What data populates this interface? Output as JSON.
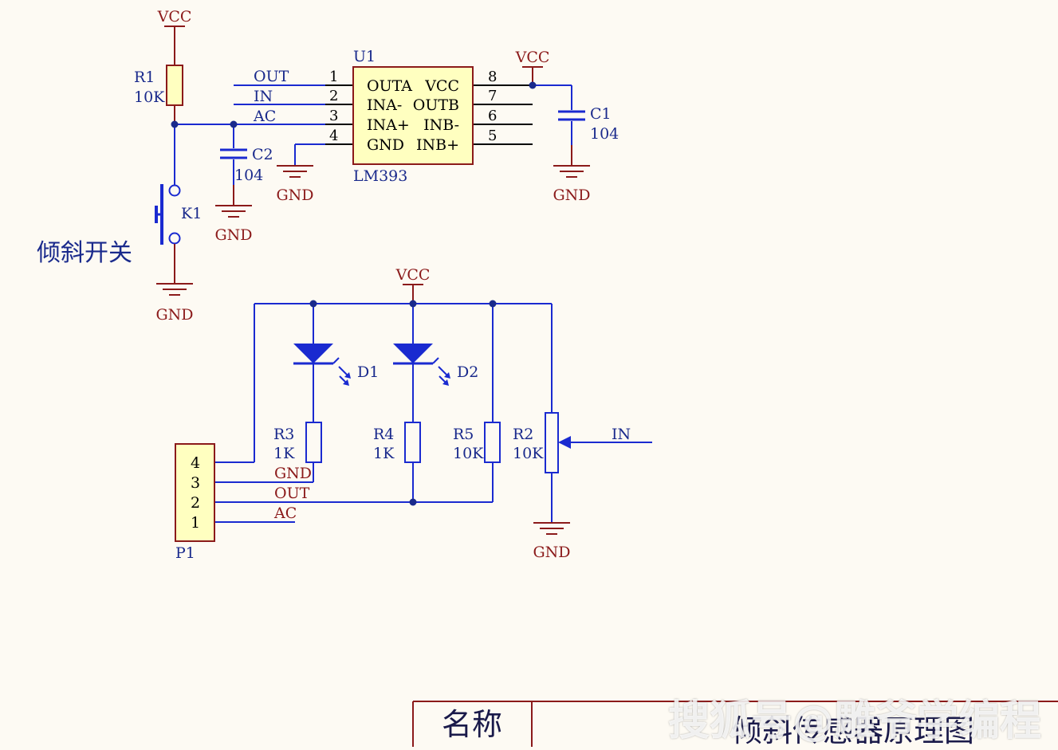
{
  "power": {
    "vcc": "VCC",
    "gnd": "GND"
  },
  "chip": {
    "ref": "U1",
    "part": "LM393",
    "left_pins": [
      {
        "num": "1",
        "name": "OUTA",
        "net": "OUT"
      },
      {
        "num": "2",
        "name": "INA-",
        "net": "IN"
      },
      {
        "num": "3",
        "name": "INA+",
        "net": "AC"
      },
      {
        "num": "4",
        "name": "GND",
        "net": ""
      }
    ],
    "right_pins": [
      {
        "num": "8",
        "name": "VCC"
      },
      {
        "num": "7",
        "name": "OUTB"
      },
      {
        "num": "6",
        "name": "INB-"
      },
      {
        "num": "5",
        "name": "INB+"
      }
    ]
  },
  "components": {
    "r1": {
      "ref": "R1",
      "value": "10K"
    },
    "c2": {
      "ref": "C2",
      "value": "104"
    },
    "c1": {
      "ref": "C1",
      "value": "104"
    },
    "k1": {
      "ref": "K1",
      "label": "倾斜开关"
    },
    "d1": {
      "ref": "D1"
    },
    "d2": {
      "ref": "D2"
    },
    "r3": {
      "ref": "R3",
      "value": "1K"
    },
    "r4": {
      "ref": "R4",
      "value": "1K"
    },
    "r5": {
      "ref": "R5",
      "value": "10K"
    },
    "r2": {
      "ref": "R2",
      "value": "10K"
    },
    "p1": {
      "ref": "P1",
      "pins": [
        "4",
        "3",
        "2",
        "1"
      ]
    }
  },
  "nets": {
    "gnd": "GND",
    "out": "OUT",
    "ac": "AC",
    "in": "IN"
  },
  "title_block": {
    "name_label": "名称",
    "name_value": "倾斜传感器原理图"
  },
  "watermark": "搜狐号@雕爷学编程",
  "colors": {
    "wire": "#1a2ad0",
    "body": "#8b1a1a",
    "chip_fill": "#ffffc0",
    "label": "#1a2a8c"
  }
}
